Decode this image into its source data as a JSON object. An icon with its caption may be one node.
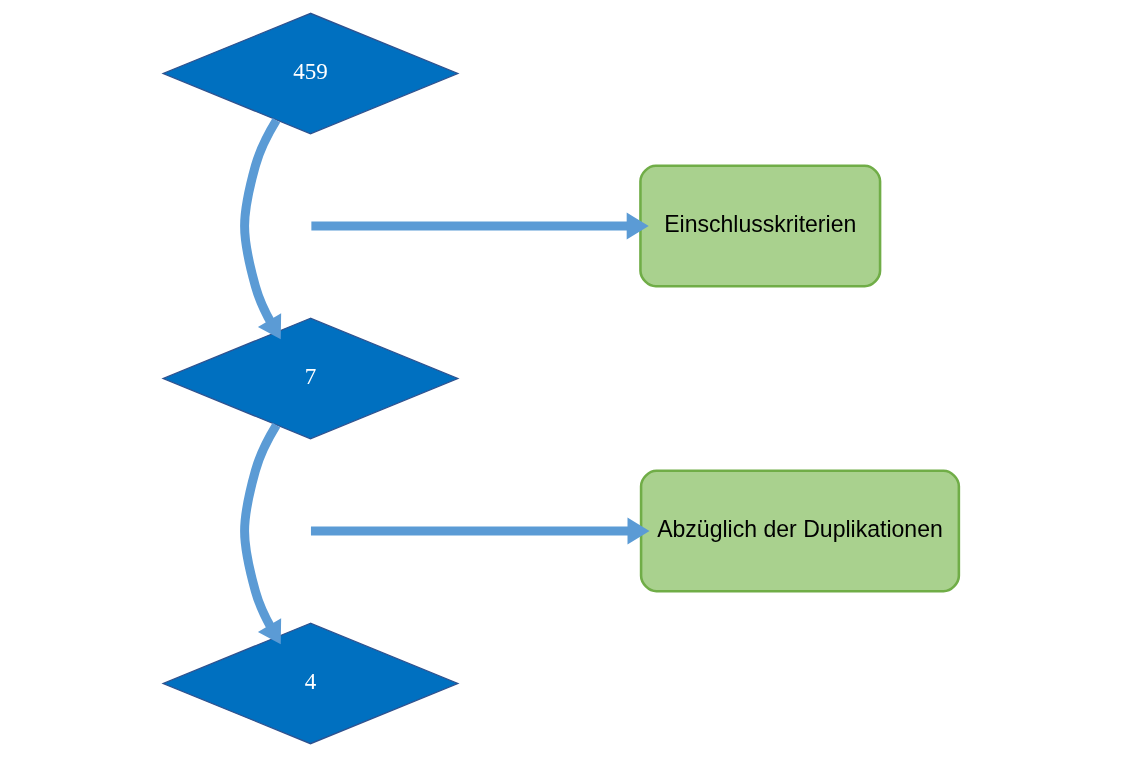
{
  "diagram": {
    "nodes": [
      {
        "text": [
          "459"
        ]
      },
      {
        "text": [
          "Einschlusskriterien"
        ]
      },
      {
        "text": [
          "7"
        ]
      },
      {
        "text": [
          "Abzüglich der Duplikationen"
        ]
      },
      {
        "text": [
          "4"
        ]
      }
    ],
    "edges": [
      {
        "from": 0,
        "to": 2,
        "arrow": "to"
      },
      {
        "from": null,
        "to": 1,
        "arrow": "to"
      },
      {
        "from": 2,
        "to": 4,
        "arrow": "to"
      },
      {
        "from": null,
        "to": 3,
        "arrow": "to"
      }
    ]
  }
}
